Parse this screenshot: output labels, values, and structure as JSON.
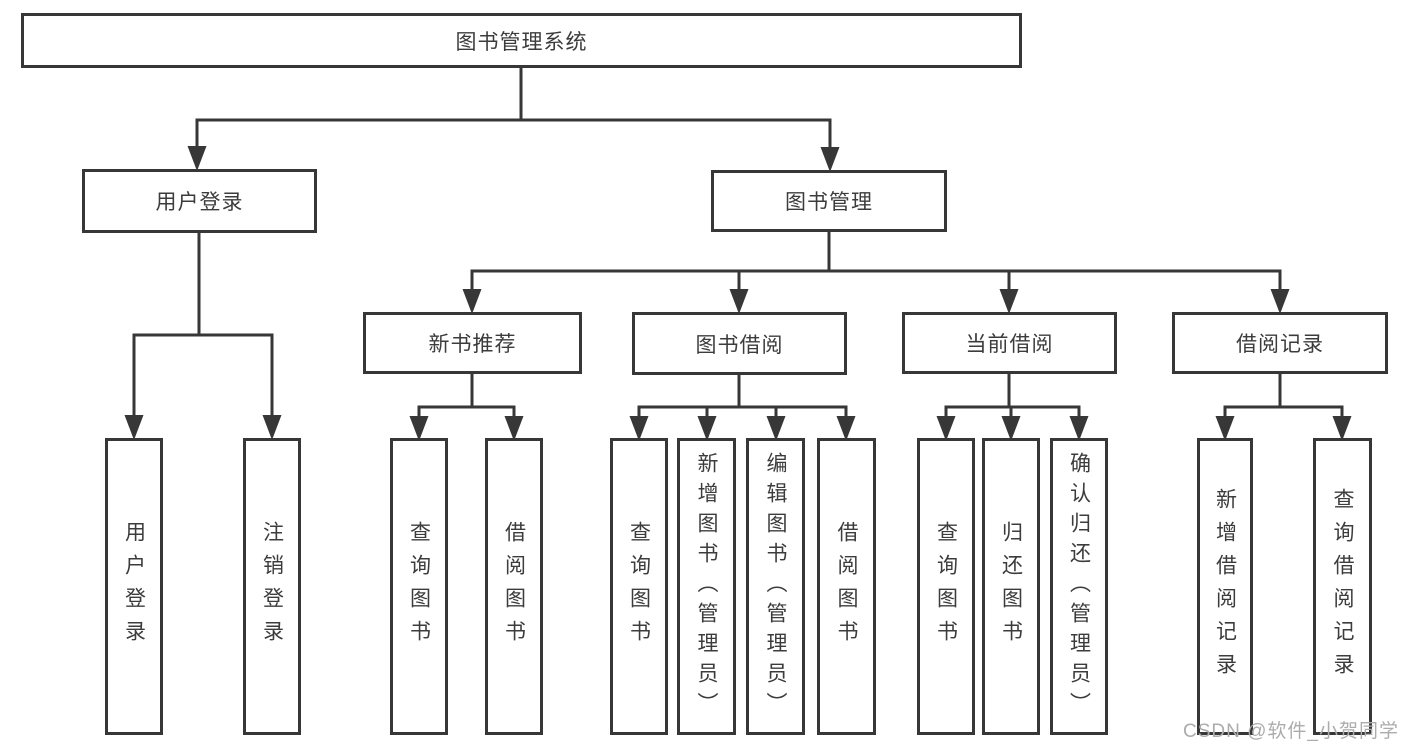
{
  "palette": {
    "line_color": "#373737",
    "text_color": "#3c3c3c",
    "watermark_color": "#acacac",
    "background": "#ffffff"
  },
  "watermark": "CSDN @软件_小贺同学",
  "tree": {
    "label": "图书管理系统",
    "children": [
      {
        "label": "用户登录",
        "children": [
          {
            "label": "用户登录"
          },
          {
            "label": "注销登录"
          }
        ]
      },
      {
        "label": "图书管理",
        "children": [
          {
            "label": "新书推荐",
            "children": [
              {
                "label": "查询图书"
              },
              {
                "label": "借阅图书"
              }
            ]
          },
          {
            "label": "图书借阅",
            "children": [
              {
                "label": "查询图书"
              },
              {
                "label": "新增图书（管理员）"
              },
              {
                "label": "编辑图书（管理员）"
              },
              {
                "label": "借阅图书"
              }
            ]
          },
          {
            "label": "当前借阅",
            "children": [
              {
                "label": "查询图书"
              },
              {
                "label": "归还图书"
              },
              {
                "label": "确认归还（管理员）"
              }
            ]
          },
          {
            "label": "借阅记录",
            "children": [
              {
                "label": "新增借阅记录"
              },
              {
                "label": "查询借阅记录"
              }
            ]
          }
        ]
      }
    ]
  }
}
